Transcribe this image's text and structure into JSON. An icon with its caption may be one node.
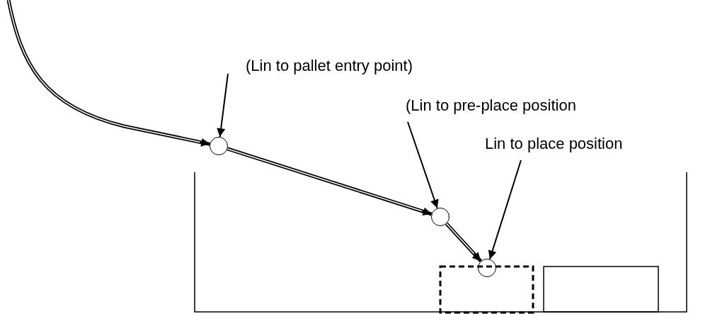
{
  "diagram": {
    "nodes": [
      {
        "text": [
          "(Lin to pallet entry point)"
        ]
      },
      {
        "text": [
          "(Lin to pre-place position"
        ]
      },
      {
        "text": [
          "Lin to place position"
        ]
      },
      {
        "text": [],
        "shape": "circle"
      },
      {
        "text": [],
        "shape": "circle"
      },
      {
        "text": [],
        "shape": "circle"
      }
    ],
    "edges": [
      {
        "from": null,
        "to": 3,
        "arrow": "to",
        "style": "thick"
      },
      {
        "from": 3,
        "to": 4,
        "arrow": "to",
        "style": "thick"
      },
      {
        "from": 4,
        "to": 5,
        "arrow": "to",
        "style": "thick"
      },
      {
        "from": 0,
        "to": 3,
        "arrow": "to"
      },
      {
        "from": 1,
        "to": 4,
        "arrow": "to"
      },
      {
        "from": 2,
        "to": 5,
        "arrow": "to"
      }
    ]
  }
}
